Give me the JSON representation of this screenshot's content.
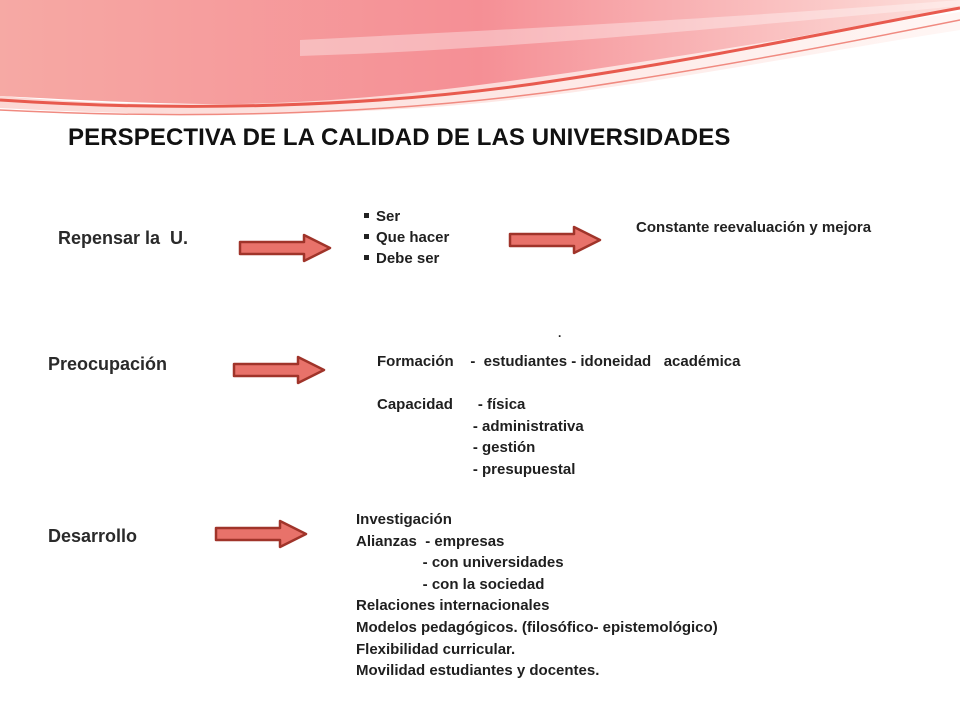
{
  "title": "PERSPECTIVA DE LA CALIDAD DE LAS UNIVERSIDADES",
  "rows": {
    "repensar": {
      "label": "Repensar la  U.",
      "bullets": [
        "Ser",
        "Que hacer",
        "Debe ser"
      ],
      "result": "Constante reevaluación y mejora"
    },
    "preocupacion": {
      "label": "Preocupación",
      "dot": ".",
      "lines": [
        "Formación    -  estudiantes - idoneidad   académica",
        "",
        "Capacidad      - física",
        "                       - administrativa",
        "                       - gestión",
        "                       - presupuestal"
      ]
    },
    "desarrollo": {
      "label": "Desarrollo",
      "lines": [
        "Investigación",
        "Alianzas  - empresas",
        "                - con universidades",
        "                - con la sociedad",
        "Relaciones internacionales",
        "Modelos pedagógicos. (filosófico- epistemológico)",
        "Flexibilidad curricular.",
        "Movilidad estudiantes y docentes."
      ]
    }
  },
  "colors": {
    "arrow_fill": "#e8726a",
    "arrow_stroke": "#a0342a",
    "banner_pink": "#ef8a8f",
    "banner_light": "#fbd7d4"
  }
}
